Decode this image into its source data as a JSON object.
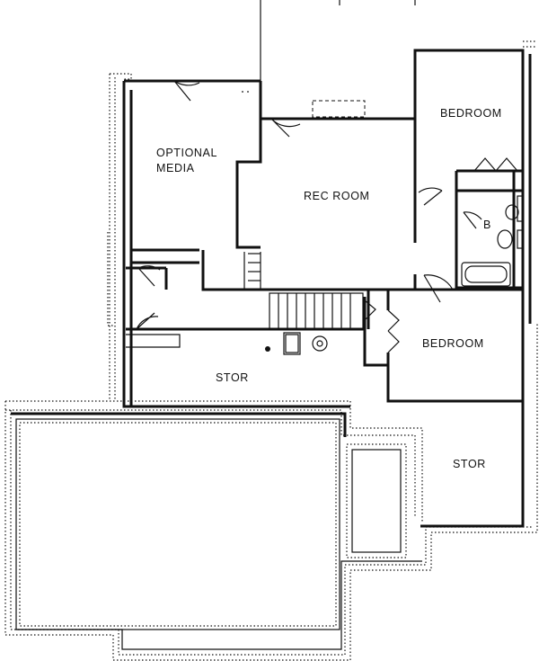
{
  "rooms": {
    "optional_media_line1": "OPTIONAL",
    "optional_media_line2": "MEDIA",
    "rec_room": "REC ROOM",
    "bedroom_top": "BEDROOM",
    "bedroom_mid": "BEDROOM",
    "bath": "B",
    "stor_left": "STOR",
    "stor_right": "STOR"
  },
  "colors": {
    "ink": "#111111",
    "paper": "#ffffff"
  }
}
